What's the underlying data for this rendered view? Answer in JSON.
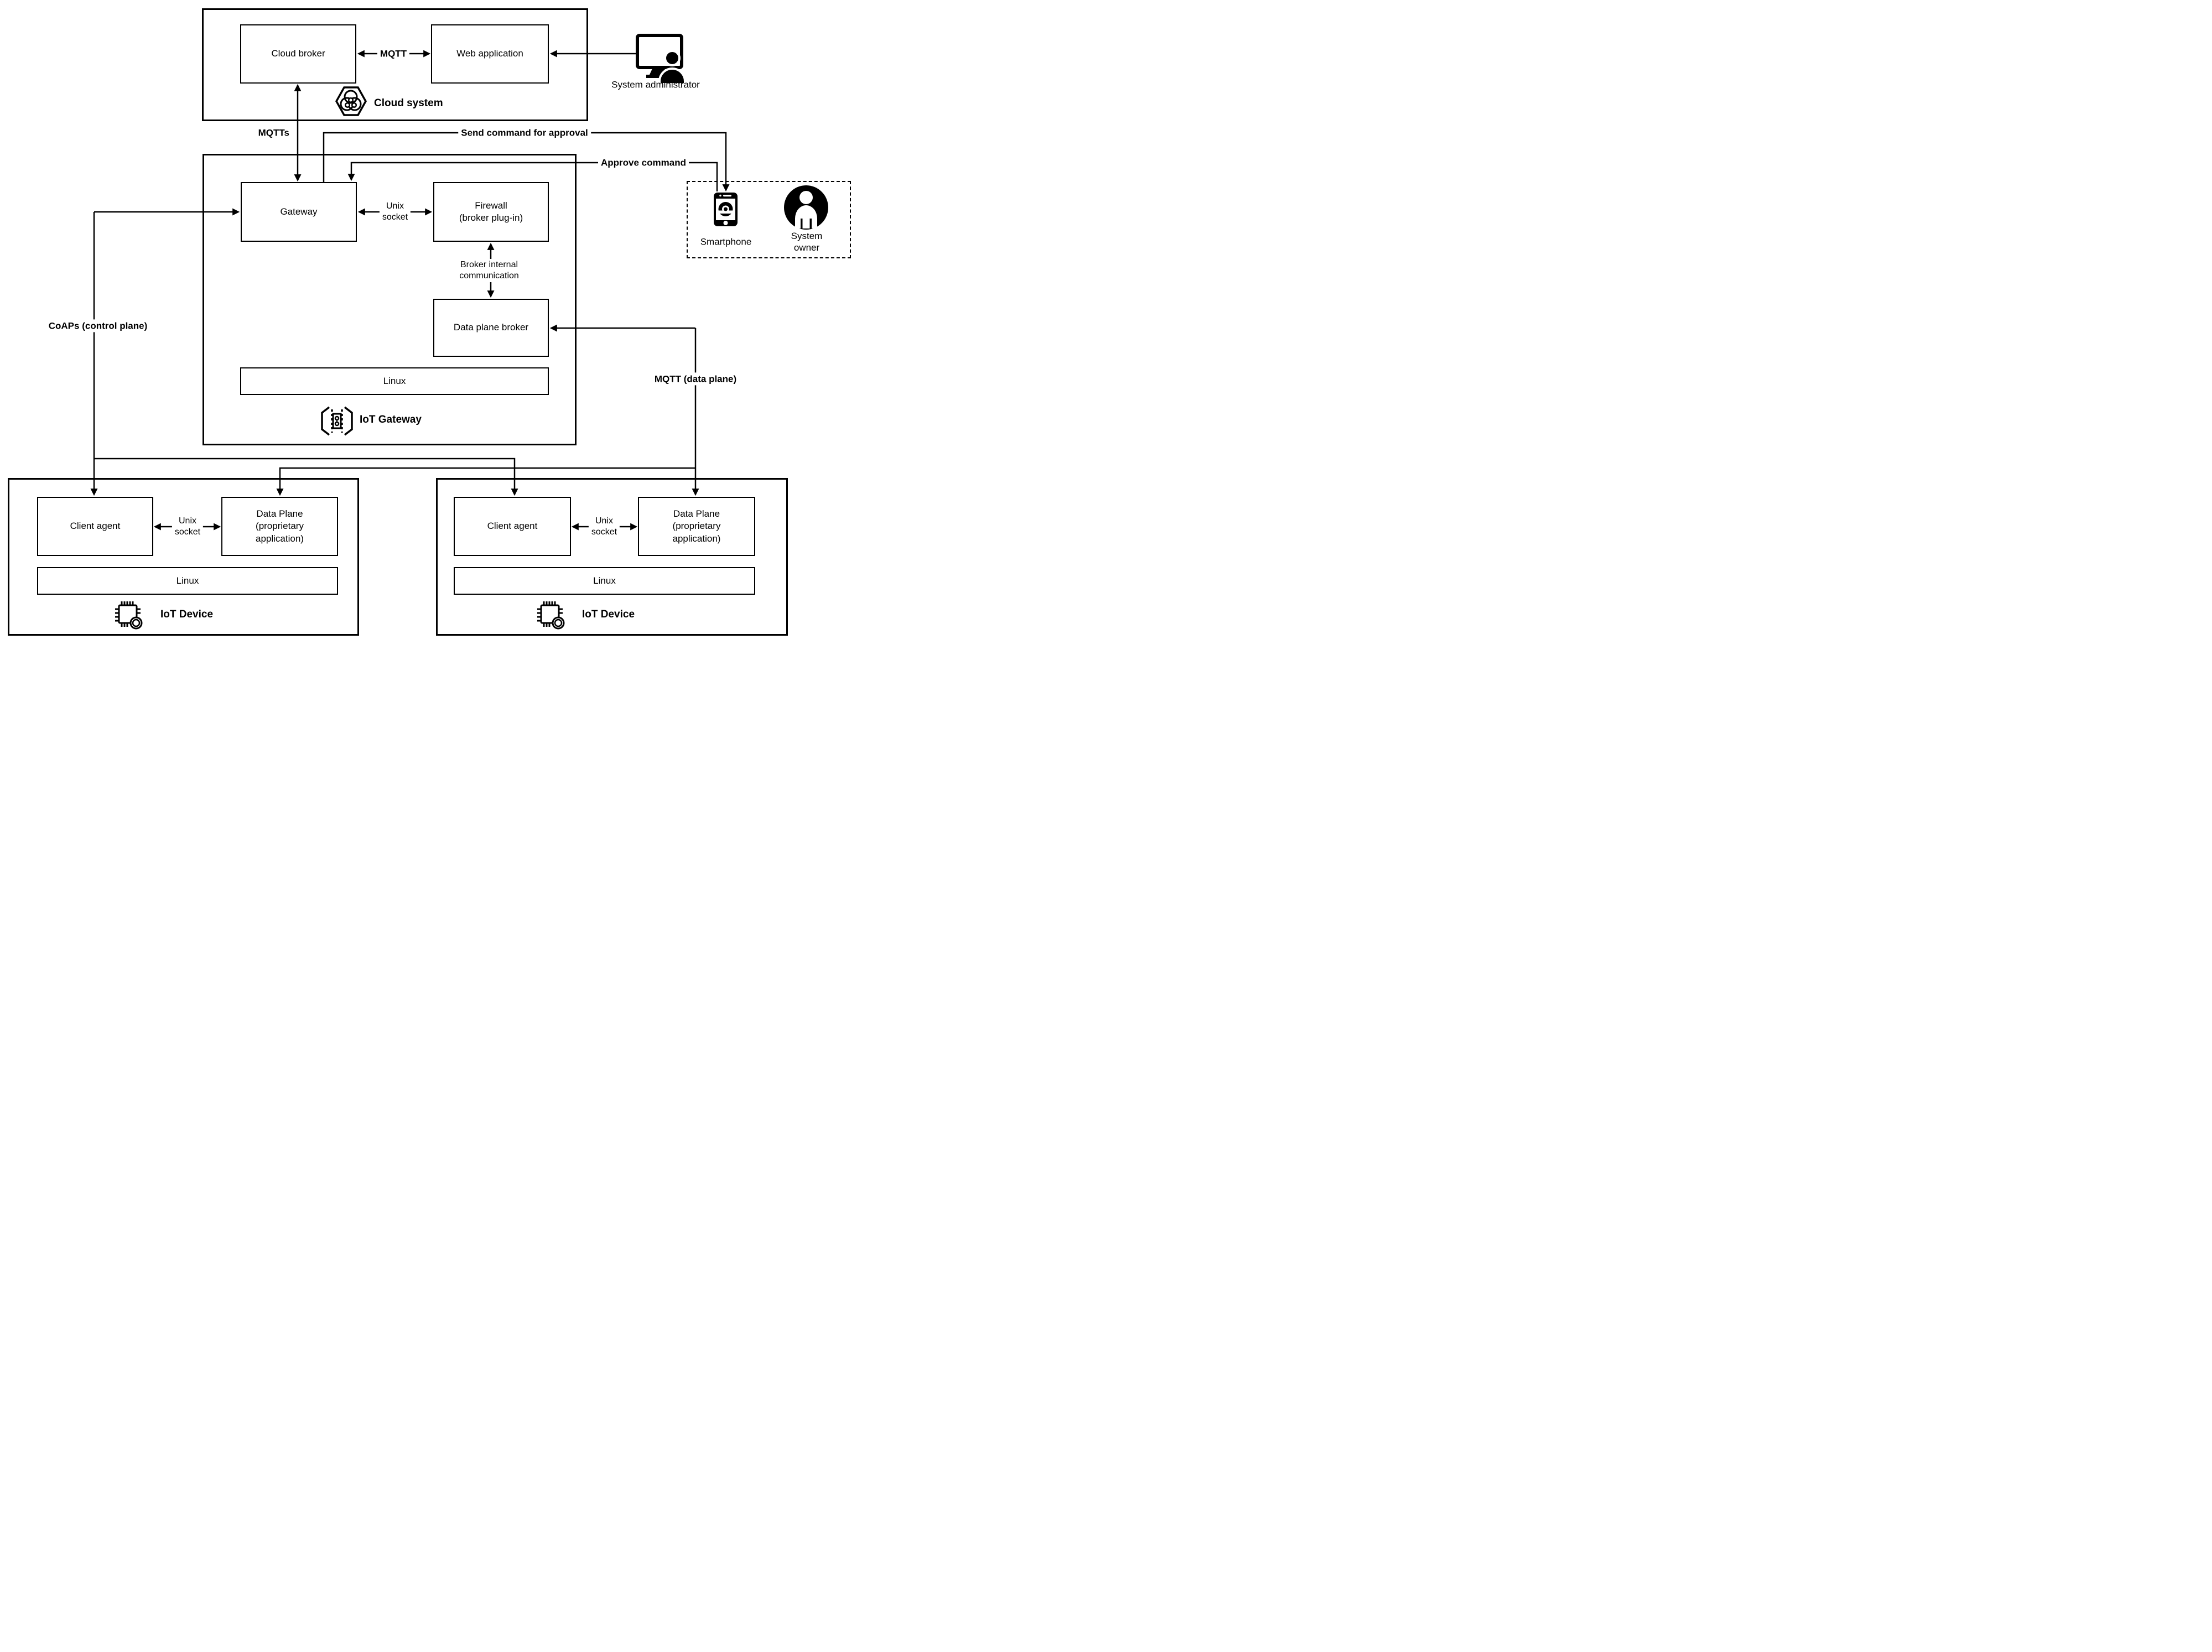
{
  "colors": {
    "ink": "#000000",
    "paper": "#ffffff"
  },
  "cloud_system": {
    "label": "Cloud system",
    "cloud_broker": "Cloud broker",
    "web_application": "Web application",
    "mqtt": "MQTT"
  },
  "actors": {
    "system_administrator": "System administrator",
    "smartphone": "Smartphone",
    "system_owner": "System owner"
  },
  "iot_gateway": {
    "label": "IoT Gateway",
    "gateway": "Gateway",
    "firewall": "Firewall\n(broker plug-in)",
    "unix_socket": "Unix\nsocket",
    "broker_internal": "Broker internal\ncommunication",
    "data_plane_broker": "Data plane broker",
    "linux": "Linux"
  },
  "connections": {
    "mqtts": "MQTTs",
    "send_command": "Send command for approval",
    "approve_command": "Approve command",
    "coaps": "CoAPs (control plane)",
    "mqtt_data_plane": "MQTT (data plane)"
  },
  "devices": [
    {
      "label": "IoT Device",
      "client_agent": "Client agent",
      "data_plane": "Data Plane\n(proprietary\napplication)",
      "unix_socket": "Unix\nsocket",
      "linux": "Linux"
    },
    {
      "label": "IoT Device",
      "client_agent": "Client agent",
      "data_plane": "Data Plane\n(proprietary\napplication)",
      "unix_socket": "Unix\nsocket",
      "linux": "Linux"
    }
  ],
  "icons": {
    "cloud_system": "hexagon-cluster-icon",
    "iot_gateway": "gateway-circuit-icon",
    "iot_device": "chip-sensor-icon",
    "system_administrator": "monitor-person-icon",
    "smartphone": "smartphone-icon",
    "system_owner": "person-circle-icon"
  }
}
